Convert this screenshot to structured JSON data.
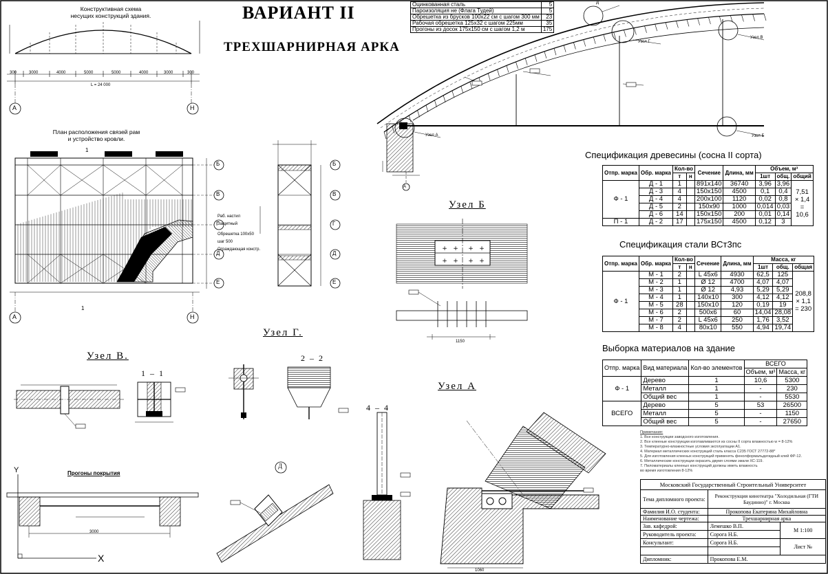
{
  "title": "ВАРИАНТ II",
  "subtitle": "ТРЕХШАРНИРНАЯ АРКА",
  "top_left": {
    "scheme_title_1": "Конструктивная схема",
    "scheme_title_2": "несущих конструкций здания.",
    "plan_title_1": "План расположения связей рам",
    "plan_title_2": "и устройство кровли.",
    "span_label": "L = 24 000",
    "axis_a": "А",
    "axis_n": "Н",
    "axis_one": "1",
    "axis_b": "Б",
    "axis_v": "В",
    "axis_g": "Г",
    "axis_d": "Д",
    "axis_e": "Е",
    "dims": [
      "300",
      "3000",
      "4000",
      "5000",
      "5000",
      "4000",
      "3000",
      "300"
    ],
    "plan_notes": [
      "Раб. настил",
      "Защитный",
      "Обрешетка 100х50",
      "шаг 500",
      "Ограждающая констр."
    ]
  },
  "top_materials": [
    {
      "name": "Оцинкованная сталь",
      "qty": "5"
    },
    {
      "name": "Пароизоляция не (Флага Тудей)",
      "qty": "5"
    },
    {
      "name": "Обрешетка из брусков 100х22 см с шагом 300 мм",
      "qty": "23"
    },
    {
      "name": "Рабочая обрешетка 125х32 с шагом 225мм",
      "qty": "35"
    },
    {
      "name": "Прогоны из досок 175х150 см с шагом 1,2 м",
      "qty": "175"
    }
  ],
  "node_labels": {
    "node_b": "Узел  Б",
    "node_v": "Узел  В.",
    "node_g": "Узел  Г.",
    "node_a": "Узел  А",
    "sec_11": "1 – 1",
    "sec_22": "2 – 2",
    "sec_44": "4 – 4",
    "purlins": "Прогоны покрытия",
    "d_label": "Д",
    "arch_a": "Узел  А",
    "arch_b": "Узел  Б",
    "arch_v": "Узел  В",
    "arch_g": "Узел  Г",
    "arch_d": "Д"
  },
  "wood_spec": {
    "title": "Спецификация древесины (сосна II сорта)",
    "headers": [
      "Отпр. марка",
      "Обр. марка",
      "Кол-во",
      "Сечение",
      "Длина, мм",
      "Объем, м³"
    ],
    "subheaders": [
      "т",
      "н",
      "1шт",
      "общ.",
      "общий"
    ],
    "rows": [
      [
        "Д - 1",
        "1",
        "",
        "891х140",
        "36740",
        "3,96",
        "3,96"
      ],
      [
        "Д - 3",
        "4",
        "",
        "150х150",
        "4500",
        "0,1",
        "0,4"
      ],
      [
        "Д - 4",
        "4",
        "",
        "200х100",
        "1120",
        "0,02",
        "0,8"
      ],
      [
        "Д - 5",
        "2",
        "",
        "150х90",
        "1000",
        "0,014",
        "0,03"
      ],
      [
        "Д - 6",
        "14",
        "",
        "150х150",
        "200",
        "0,01",
        "0,14"
      ],
      [
        "Д - 2",
        "17",
        "",
        "175х150",
        "4500",
        "0,12",
        "3"
      ]
    ],
    "group1": "Ф - 1",
    "group2": "П - 1",
    "total": "7,51 × 1,4 = 10,6"
  },
  "steel_spec": {
    "title": "Спецификация стали ВСт3пс",
    "headers": [
      "Отпр. марка",
      "Обр. марка",
      "Кол-во",
      "Сечение",
      "Длина, мм",
      "Масса, кг"
    ],
    "subheaders": [
      "т",
      "н",
      "1шт",
      "общ.",
      "общая"
    ],
    "rows": [
      [
        "М - 1",
        "2",
        "",
        "L 45х6",
        "4930",
        "62,5",
        "125"
      ],
      [
        "М - 2",
        "1",
        "",
        "Ø 12",
        "4700",
        "4,07",
        "4,07"
      ],
      [
        "М - 3",
        "1",
        "",
        "Ø 12",
        "4,93",
        "5,29",
        "5,29"
      ],
      [
        "М - 4",
        "1",
        "",
        "140х10",
        "300",
        "4,12",
        "4,12"
      ],
      [
        "М - 5",
        "28",
        "",
        "150х10",
        "120",
        "0,19",
        "19"
      ],
      [
        "М - 6",
        "2",
        "",
        "500х6",
        "60",
        "14,04",
        "28,08"
      ],
      [
        "М - 7",
        "2",
        "",
        "L 45х6",
        "250",
        "1,76",
        "3,52"
      ],
      [
        "М - 8",
        "4",
        "",
        "80х10",
        "550",
        "4,94",
        "19,74"
      ]
    ],
    "group1": "Ф - 1",
    "total": "208,8 × 1,1 = 230"
  },
  "materials": {
    "title": "Выборка материалов на здание",
    "headers": [
      "Отпр. марка",
      "Вид материала",
      "Кол-во элементов",
      "ВСЕГО"
    ],
    "subheaders": [
      "Объем, м³",
      "Масса, кг"
    ],
    "group1": "Ф - 1",
    "group2": "ВСЕГО",
    "rows": [
      [
        "Дерево",
        "1",
        "10,6",
        "5300"
      ],
      [
        "Металл",
        "1",
        "-",
        "230"
      ],
      [
        "Общий вес",
        "1",
        "-",
        "5530"
      ],
      [
        "Дерево",
        "5",
        "53",
        "26500"
      ],
      [
        "Металл",
        "5",
        "-",
        "1150"
      ],
      [
        "Общий вес",
        "5",
        "-",
        "27650"
      ]
    ]
  },
  "notes": {
    "title": "Примечания:",
    "lines": [
      "1. Все конструкции заводского изготовления.",
      "2. Все клееные конструкции изготавливаются из сосны II сорта влажностью w = 8-12%",
      "3. Температурно-влажностные условия эксплуатации А1.",
      "4. Материал металлических конструкций сталь класса С235 ГОСТ 27772-88*",
      "5. Для изготовления клееных конструкций применять фенолформальдегидный клей ФР-12.",
      "6. Металлические конструкции окрасить двумя слоями эмали ХС-119.",
      "7. Пиломатериалы клееных конструкций должны иметь влажность",
      "   во время изготовления 8-12%"
    ]
  },
  "stamp": {
    "university": "Московский Государственный Строительный Университет",
    "topic_label": "Тема дипломного проекта:",
    "topic_value": "Реконструкция кинотеатра \"Холодильная (ГТИ Баудинно)\" г. Москва",
    "student_label": "Фамилия И.О. студента:",
    "student_value": "Прокопова Екатерина Михайловна",
    "sheet_label": "Наименование чертежа:",
    "sheet_value": "Трехшарнирная арка",
    "head_label": "Зав. кафедрой:",
    "head_value": "Лемешко В.П.",
    "lead_label": "Руководитель проекта:",
    "lead_value": "Сорога Н.Б.",
    "cons_label": "Консультант:",
    "cons_value": "Сорога Н.Б.",
    "graduate_label": "Дипломник:",
    "graduate_value": "Прокопова Е.М.",
    "scale": "М 1:100",
    "sheet_no": "Лист №"
  },
  "misc": {
    "y_axis": "Y",
    "x_axis": "X",
    "dim_1060": "1060",
    "dim_1150": "1150",
    "dim_3000": "3000"
  }
}
